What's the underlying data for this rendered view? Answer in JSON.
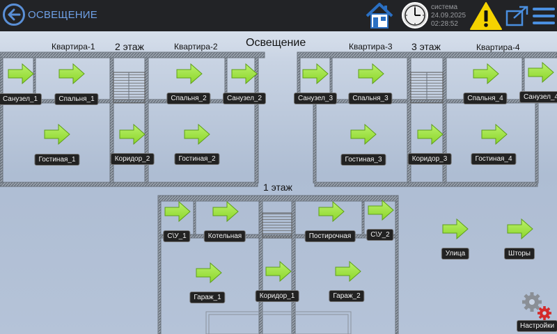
{
  "header": {
    "title": "ОСВЕЩЕНИЕ",
    "system_label": "система",
    "date": "24.09.2025",
    "time": "02:28:52"
  },
  "plan": {
    "heading": "Освещение",
    "apartments": {
      "a1": "Квартира-1",
      "a2": "Квартира-2",
      "a3": "Квартира-3",
      "a4": "Квартира-4"
    },
    "floors": {
      "f1": "1 этаж",
      "f2": "2 этаж",
      "f3": "3 этаж"
    },
    "rooms": {
      "sanuzel_1": "Санузел_1",
      "spalnya_1": "Спальня_1",
      "spalnya_2": "Спальня_2",
      "sanuzel_2": "Санузел_2",
      "gostinaya_1": "Гостиная_1",
      "koridor_2": "Коридор_2",
      "gostinaya_2": "Гостиная_2",
      "sanuzel_3": "Санузел_3",
      "spalnya_3": "Спальня_3",
      "spalnya_4": "Спальня_4",
      "sanuzel_4": "Санузел_4",
      "gostinaya_3": "Гостиная_3",
      "koridor_3": "Коридор_3",
      "gostinaya_4": "Гостиная_4",
      "su_1": "С\\У_1",
      "kotelnaya": "Котельная",
      "postirochnaya": "Постирочная",
      "su_2": "С\\У_2",
      "ulitsa": "Улица",
      "shtory": "Шторы",
      "garazh_1": "Гараж_1",
      "koridor_1": "Коридор_1",
      "garazh_2": "Гараж_2"
    }
  },
  "footer": {
    "settings_label": "Настройки"
  },
  "colors": {
    "topbar": "#222326",
    "accent": "#6ea0e6",
    "arrow_green": "#8cd62a",
    "warning": "#f5d300"
  }
}
